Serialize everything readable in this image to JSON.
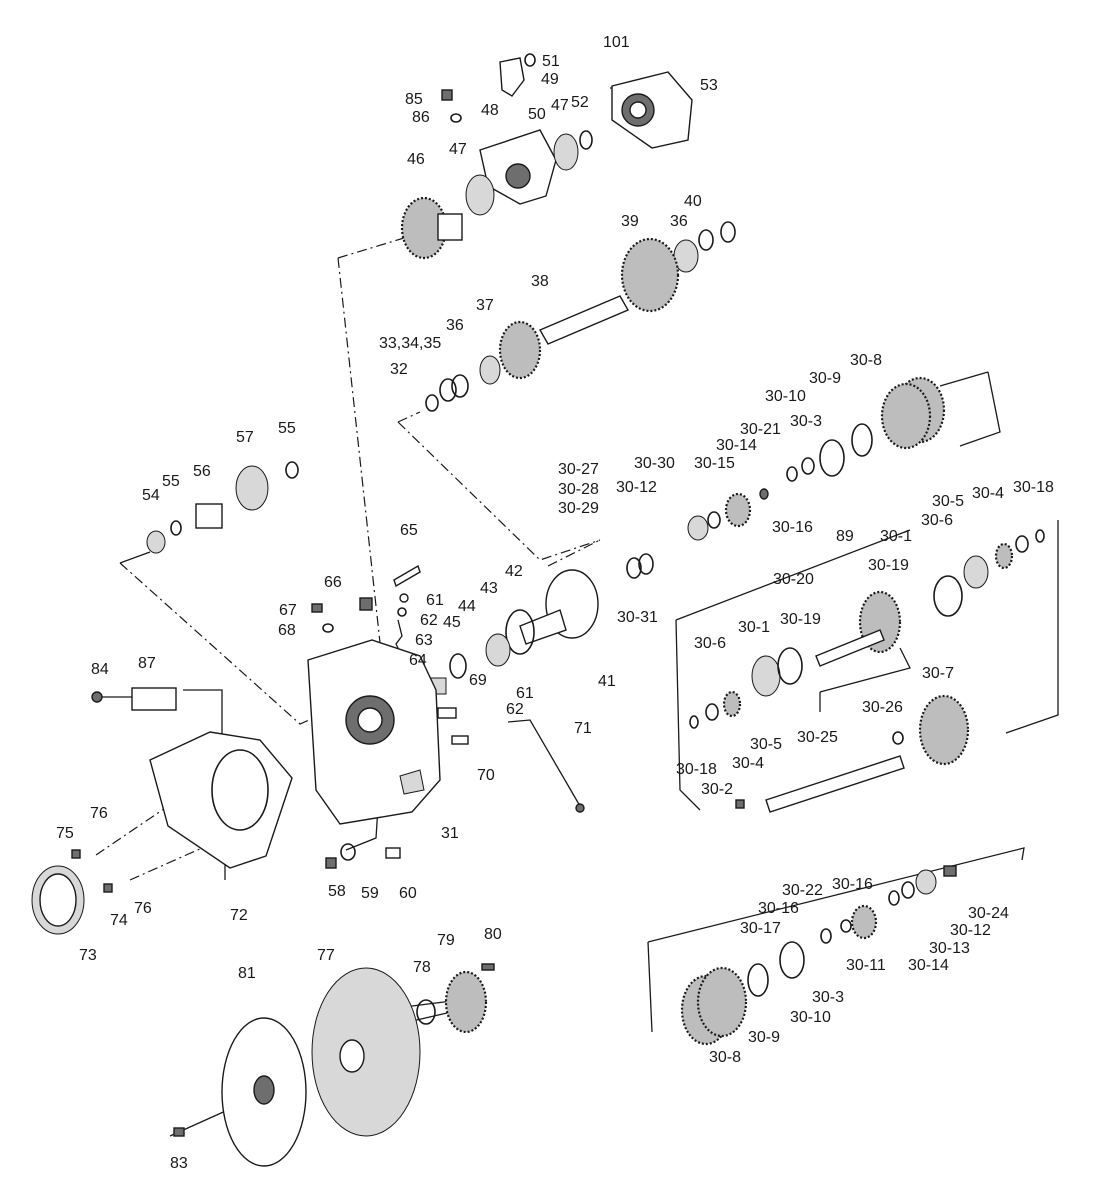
{
  "diagram": {
    "labels": {
      "l101": "101",
      "l51": "51",
      "l49": "49",
      "l53": "53",
      "l85": "85",
      "l86": "86",
      "l48": "48",
      "l50": "50",
      "l47a": "47",
      "l52": "52",
      "l47b": "47",
      "l46": "46",
      "l40": "40",
      "l39": "39",
      "l36a": "36",
      "l38": "38",
      "l37": "37",
      "l36b": "36",
      "l333435": "33,34,35",
      "l32": "32",
      "l30_8a": "30-8",
      "l30_9a": "30-9",
      "l30_10a": "30-10",
      "l30_21": "30-21",
      "l30_3a": "30-3",
      "l30_14a": "30-14",
      "l30_30": "30-30",
      "l30_15": "30-15",
      "l30_27": "30-27",
      "l30_28": "30-28",
      "l30_29": "30-29",
      "l30_12a": "30-12",
      "l30_16a": "30-16",
      "l30_4a": "30-4",
      "l30_18a": "30-18",
      "l30_5a": "30-5",
      "l30_6a": "30-6",
      "l30_1a": "30-1",
      "l89": "89",
      "l30_19a": "30-19",
      "l30_20": "30-20",
      "l30_31": "30-31",
      "l41": "41",
      "l42": "42",
      "l43": "43",
      "l44": "44",
      "l45": "45",
      "l57": "57",
      "l55a": "55",
      "l55b": "55",
      "l56": "56",
      "l54": "54",
      "l65": "65",
      "l66": "66",
      "l61a": "61",
      "l67": "67",
      "l62a": "62",
      "l68": "68",
      "l63": "63",
      "l64": "64",
      "l69": "69",
      "l61b": "61",
      "l62b": "62",
      "l70": "70",
      "l71": "71",
      "l31": "31",
      "l84": "84",
      "l87": "87",
      "l30_6b": "30-6",
      "l30_1b": "30-1",
      "l30_19b": "30-19",
      "l30_7": "30-7",
      "l30_26": "30-26",
      "l30_25": "30-25",
      "l30_5b": "30-5",
      "l30_4b": "30-4",
      "l30_18b": "30-18",
      "l30_2": "30-2",
      "l76a": "76",
      "l75": "75",
      "l76b": "76",
      "l74": "74",
      "l72": "72",
      "l73": "73",
      "l58": "58",
      "l59": "59",
      "l60": "60",
      "l30_22": "30-22",
      "l30_16b": "30-16",
      "l30_16c": "30-16",
      "l30_17": "30-17",
      "l30_24": "30-24",
      "l30_12b": "30-12",
      "l30_13": "30-13",
      "l30_11": "30-11",
      "l30_14b": "30-14",
      "l30_3b": "30-3",
      "l30_10b": "30-10",
      "l30_9b": "30-9",
      "l30_8b": "30-8",
      "l79": "79",
      "l80": "80",
      "l78": "78",
      "l77": "77",
      "l81": "81",
      "l83": "83"
    }
  }
}
